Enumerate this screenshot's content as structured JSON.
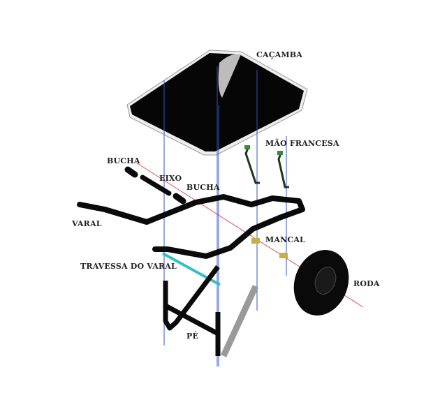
{
  "labels": {
    "cacamba": "CAÇAMBA",
    "mao_francesa": "MÃO FRANCESA",
    "bucha_left": "BUCHA",
    "eixo": "EIXO",
    "bucha_right": "BUCHA",
    "varal": "VARAL",
    "mancal": "MANCAL",
    "travessa": "TRAVESSA DO VARAL",
    "roda": "RODA",
    "pe": "PÉ"
  },
  "colors": {
    "part_black": "#0a0a0a",
    "guide_blue": "#3355bb",
    "axis_red": "#e05050",
    "bracket_green": "#3a8a3a",
    "crossbar_cyan": "#33c0c8",
    "mancal_yellow": "#c8b040",
    "leg_grey": "#9a9a9a"
  }
}
